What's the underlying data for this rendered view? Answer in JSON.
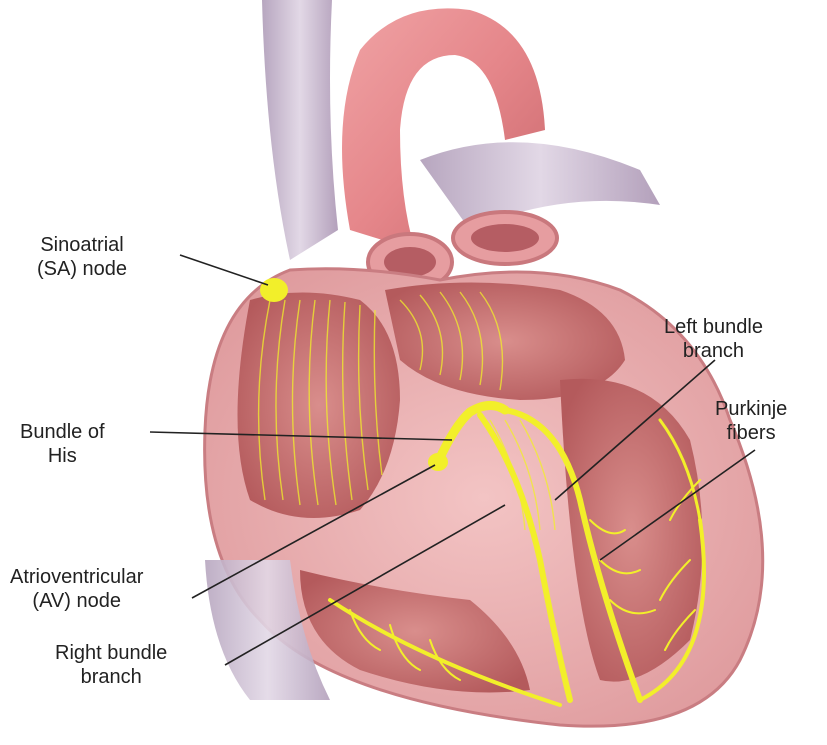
{
  "labels": {
    "sa_node": {
      "line1": "Sinoatrial",
      "line2": "(SA) node"
    },
    "bundle_of_his": {
      "line1": "Bundle of",
      "line2": "His"
    },
    "av_node": {
      "line1": "Atrioventricular",
      "line2": "(AV) node"
    },
    "right_bundle_branch": {
      "line1": "Right bundle",
      "line2": "branch"
    },
    "left_bundle_branch": {
      "line1": "Left bundle",
      "line2": "branch"
    },
    "purkinje_fibers": {
      "line1": "Purkinje",
      "line2": "fibers"
    }
  },
  "colors": {
    "conduction": "#f2ef2a",
    "muscle": "#e9a7a9",
    "chamber": "#c9706f",
    "vessel": "#c7b6cd",
    "leader_line": "#222222"
  }
}
